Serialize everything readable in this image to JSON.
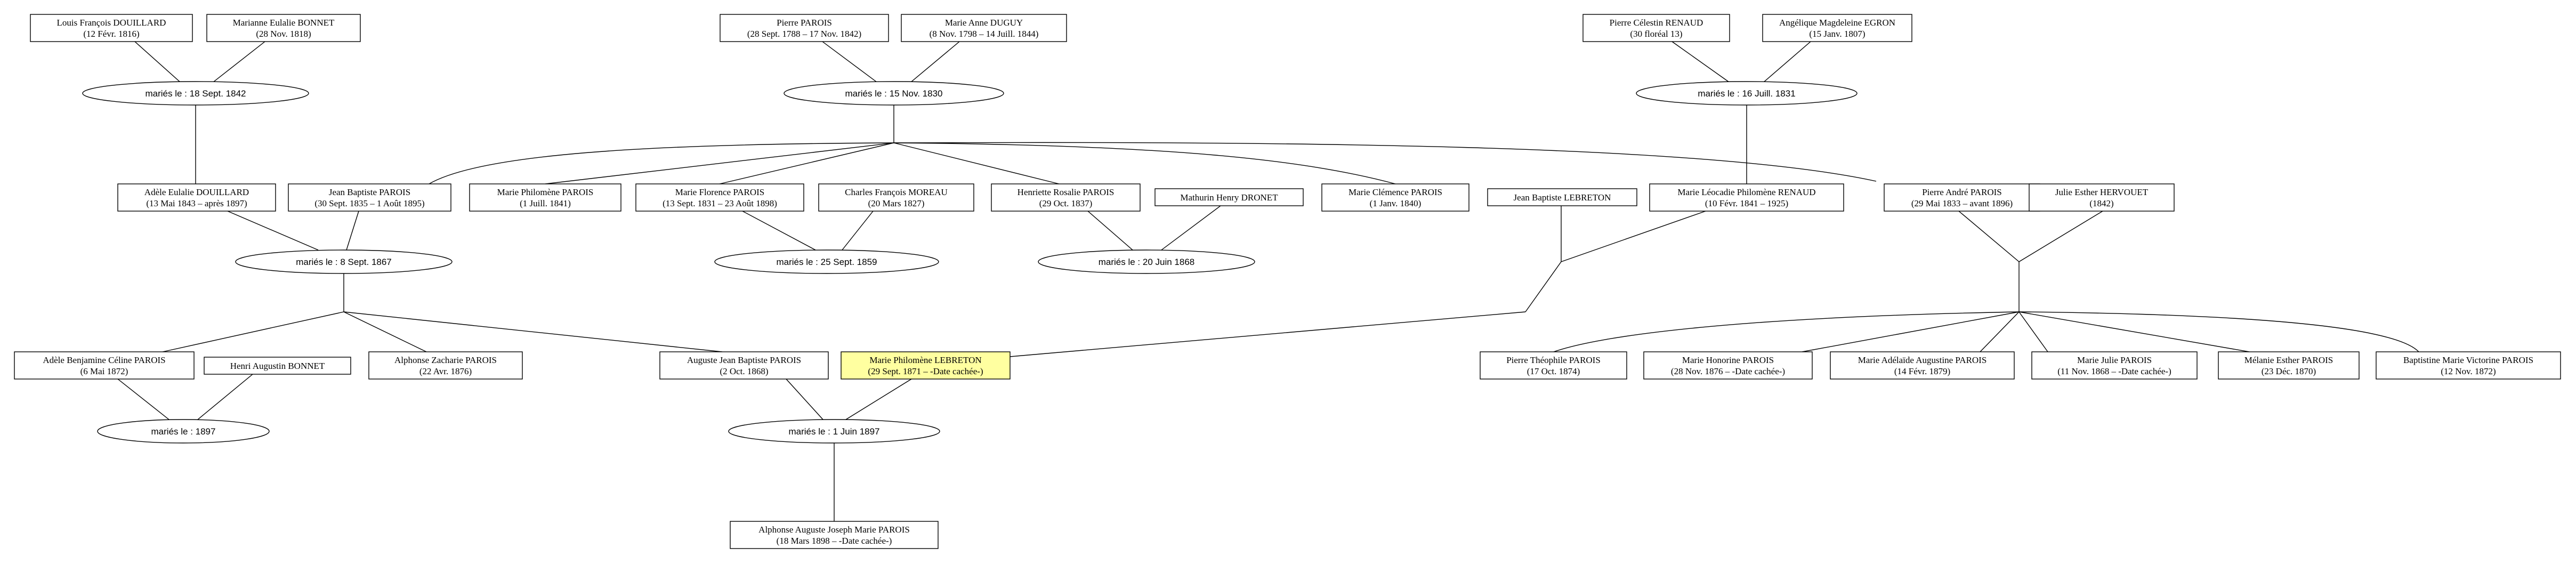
{
  "colors": {
    "highlight": "#ffffa0",
    "line": "#000000",
    "background": "#ffffff"
  },
  "people": {
    "louis_douillard": {
      "name": "Louis François DOUILLARD",
      "dates": "(12 Févr. 1816)"
    },
    "marianne_bonnet": {
      "name": "Marianne Eulalie BONNET",
      "dates": "(28 Nov. 1818)"
    },
    "pierre_parois": {
      "name": "Pierre PAROIS",
      "dates": "(28 Sept. 1788 – 17 Nov. 1842)"
    },
    "marie_anne_duguy": {
      "name": "Marie Anne DUGUY",
      "dates": "(8 Nov. 1798 – 14 Juill. 1844)"
    },
    "pierre_celestin": {
      "name": "Pierre Célestin RENAUD",
      "dates": "(30 floréal 13)"
    },
    "angelique_egron": {
      "name": "Angélique Magdeleine EGRON",
      "dates": "(15 Janv. 1807)"
    },
    "adele_eulalie": {
      "name": "Adèle Eulalie DOUILLARD",
      "dates": "(13 Mai 1843 – après 1897)"
    },
    "jean_baptiste": {
      "name": "Jean Baptiste PAROIS",
      "dates": "(30 Sept. 1835 – 1 Août 1895)"
    },
    "marie_philomene_p": {
      "name": "Marie Philomène PAROIS",
      "dates": "(1 Juill. 1841)"
    },
    "marie_florence": {
      "name": "Marie Florence PAROIS",
      "dates": "(13 Sept. 1831 – 23 Août 1898)"
    },
    "charles_moreau": {
      "name": "Charles François MOREAU",
      "dates": "(20 Mars 1827)"
    },
    "henriette": {
      "name": "Henriette Rosalie PAROIS",
      "dates": "(29 Oct. 1837)"
    },
    "mathurin": {
      "name": "Mathurin Henry DRONET",
      "dates": ""
    },
    "marie_clemence": {
      "name": "Marie Clémence PAROIS",
      "dates": "(1 Janv. 1840)"
    },
    "jb_lebreton": {
      "name": "Jean Baptiste LEBRETON",
      "dates": ""
    },
    "marie_leocadie": {
      "name": "Marie Léocadie Philomène RENAUD",
      "dates": "(10 Févr. 1841 – 1925)"
    },
    "pierre_andre": {
      "name": "Pierre André PAROIS",
      "dates": "(29 Mai 1833 – avant 1896)"
    },
    "julie_hervouet": {
      "name": "Julie Esther HERVOUET",
      "dates": "(1842)"
    },
    "adele_benjamine": {
      "name": "Adèle Benjamine Céline PAROIS",
      "dates": "(6 Mai 1872)"
    },
    "henri_bonnet": {
      "name": "Henri Augustin BONNET",
      "dates": ""
    },
    "alphonse_zacharie": {
      "name": "Alphonse Zacharie PAROIS",
      "dates": "(22 Avr. 1876)"
    },
    "auguste": {
      "name": "Auguste Jean Baptiste PAROIS",
      "dates": "(2 Oct. 1868)"
    },
    "marie_philomene_l": {
      "name": "Marie Philomène LEBRETON",
      "dates": "(29 Sept. 1871 – -Date cachée-)"
    },
    "pierre_theophile": {
      "name": "Pierre Théophile PAROIS",
      "dates": "(17 Oct. 1874)"
    },
    "marie_honorine": {
      "name": "Marie Honorine PAROIS",
      "dates": "(28 Nov. 1876 – -Date cachée-)"
    },
    "marie_adelaide": {
      "name": "Marie Adélaïde Augustine PAROIS",
      "dates": "(14 Févr. 1879)"
    },
    "marie_julie": {
      "name": "Marie Julie PAROIS",
      "dates": "(11 Nov. 1868 – -Date cachée-)"
    },
    "melanie": {
      "name": "Mélanie Esther PAROIS",
      "dates": "(23 Déc. 1870)"
    },
    "baptistine": {
      "name": "Baptistine Marie Victorine PAROIS",
      "dates": "(12 Nov. 1872)"
    },
    "alphonse_auguste": {
      "name": "Alphonse Auguste Joseph Marie PAROIS",
      "dates": "(18 Mars 1898 – -Date cachée-)"
    }
  },
  "marriages": {
    "m1842": "mariés le : 18 Sept. 1842",
    "m1830": "mariés le : 15 Nov. 1830",
    "m1831": "mariés le : 16 Juill. 1831",
    "m1867": "mariés le : 8 Sept. 1867",
    "m1859": "mariés le : 25 Sept. 1859",
    "m1868": "mariés le : 20 Juin 1868",
    "m1897a": "mariés le : 1897",
    "m1897b": "mariés le : 1 Juin 1897"
  }
}
